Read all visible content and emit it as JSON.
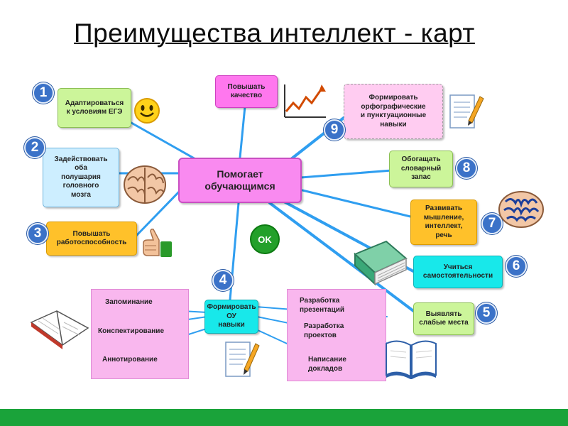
{
  "title": "Преимущества интеллект -  карт",
  "center_node": "Помогает\nобучающимся",
  "ok_badge": "OK",
  "nodes": {
    "n1": {
      "number": "1",
      "text": "Адаптироваться\nк условиям ЕГЭ"
    },
    "n2": {
      "number": "2",
      "text": "Задействовать\nоба\nполушария\nголовного\nмозга"
    },
    "n3": {
      "number": "3",
      "text": "Повышать\nработоспособность"
    },
    "n4": {
      "number": "4",
      "text": "Формировать ОУ\nнавыки"
    },
    "n5": {
      "number": "5",
      "text": "Выявлять\nслабые места"
    },
    "n6": {
      "number": "6",
      "text": "Учиться\nсамостоятельности"
    },
    "n7": {
      "number": "7",
      "text": "Развивать\nмышление,\nинтеллект,\nречь"
    },
    "n8": {
      "number": "8",
      "text": "Обогащать\nсловарный\nзапас"
    },
    "n9": {
      "number": "9",
      "text": "Формировать\nорфографические\nи пунктуационные\nнавыки"
    },
    "quality": {
      "text": "Повышать\nкачество"
    }
  },
  "left_list": [
    "Запоминание",
    "Конспектирование",
    "Аннотирование"
  ],
  "right_list": [
    "Разработка\nпрезентаций",
    "Разработка\nпроектов",
    "Написание\nдокладов"
  ],
  "icons": [
    "smiley-icon",
    "brain-icon",
    "thumbs-up-icon",
    "growth-chart-icon",
    "document-pencil-icon",
    "brain-icon",
    "book-stack-icon",
    "open-notebook-icon",
    "open-book-icon"
  ],
  "colors": {
    "center": "#f98af0",
    "connector": "#2f9ef0",
    "footer": "#1aa33a",
    "badge": "#3b72c8"
  }
}
